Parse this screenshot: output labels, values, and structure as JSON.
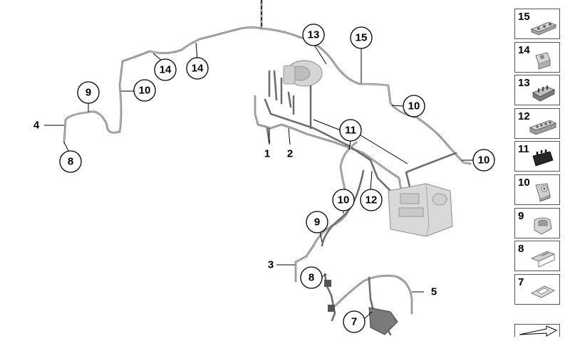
{
  "labels": {
    "l1": "1",
    "l2": "2",
    "l3": "3",
    "l4": "4",
    "l5": "5",
    "c7": "7",
    "c8a": "8",
    "c8b": "8",
    "c9a": "9",
    "c9b": "9",
    "c10a": "10",
    "c10b": "10",
    "c10c": "10",
    "c10d": "10",
    "c11": "11",
    "c12": "12",
    "c13": "13",
    "c14a": "14",
    "c14b": "14",
    "c15": "15"
  },
  "legend": [
    {
      "num": "15",
      "icon": "clip-15-icon"
    },
    {
      "num": "14",
      "icon": "clip-14-icon"
    },
    {
      "num": "13",
      "icon": "clip-13-icon"
    },
    {
      "num": "12",
      "icon": "clip-12-icon"
    },
    {
      "num": "11",
      "icon": "clip-11-icon"
    },
    {
      "num": "10",
      "icon": "clip-10-icon"
    },
    {
      "num": "9",
      "icon": "clip-9-icon"
    },
    {
      "num": "8",
      "icon": "clip-8-icon"
    },
    {
      "num": "7",
      "icon": "clip-7-icon"
    }
  ],
  "colors": {
    "pipe": "#6e6e6e",
    "component": "#d4d4d4",
    "outline": "#000000"
  }
}
